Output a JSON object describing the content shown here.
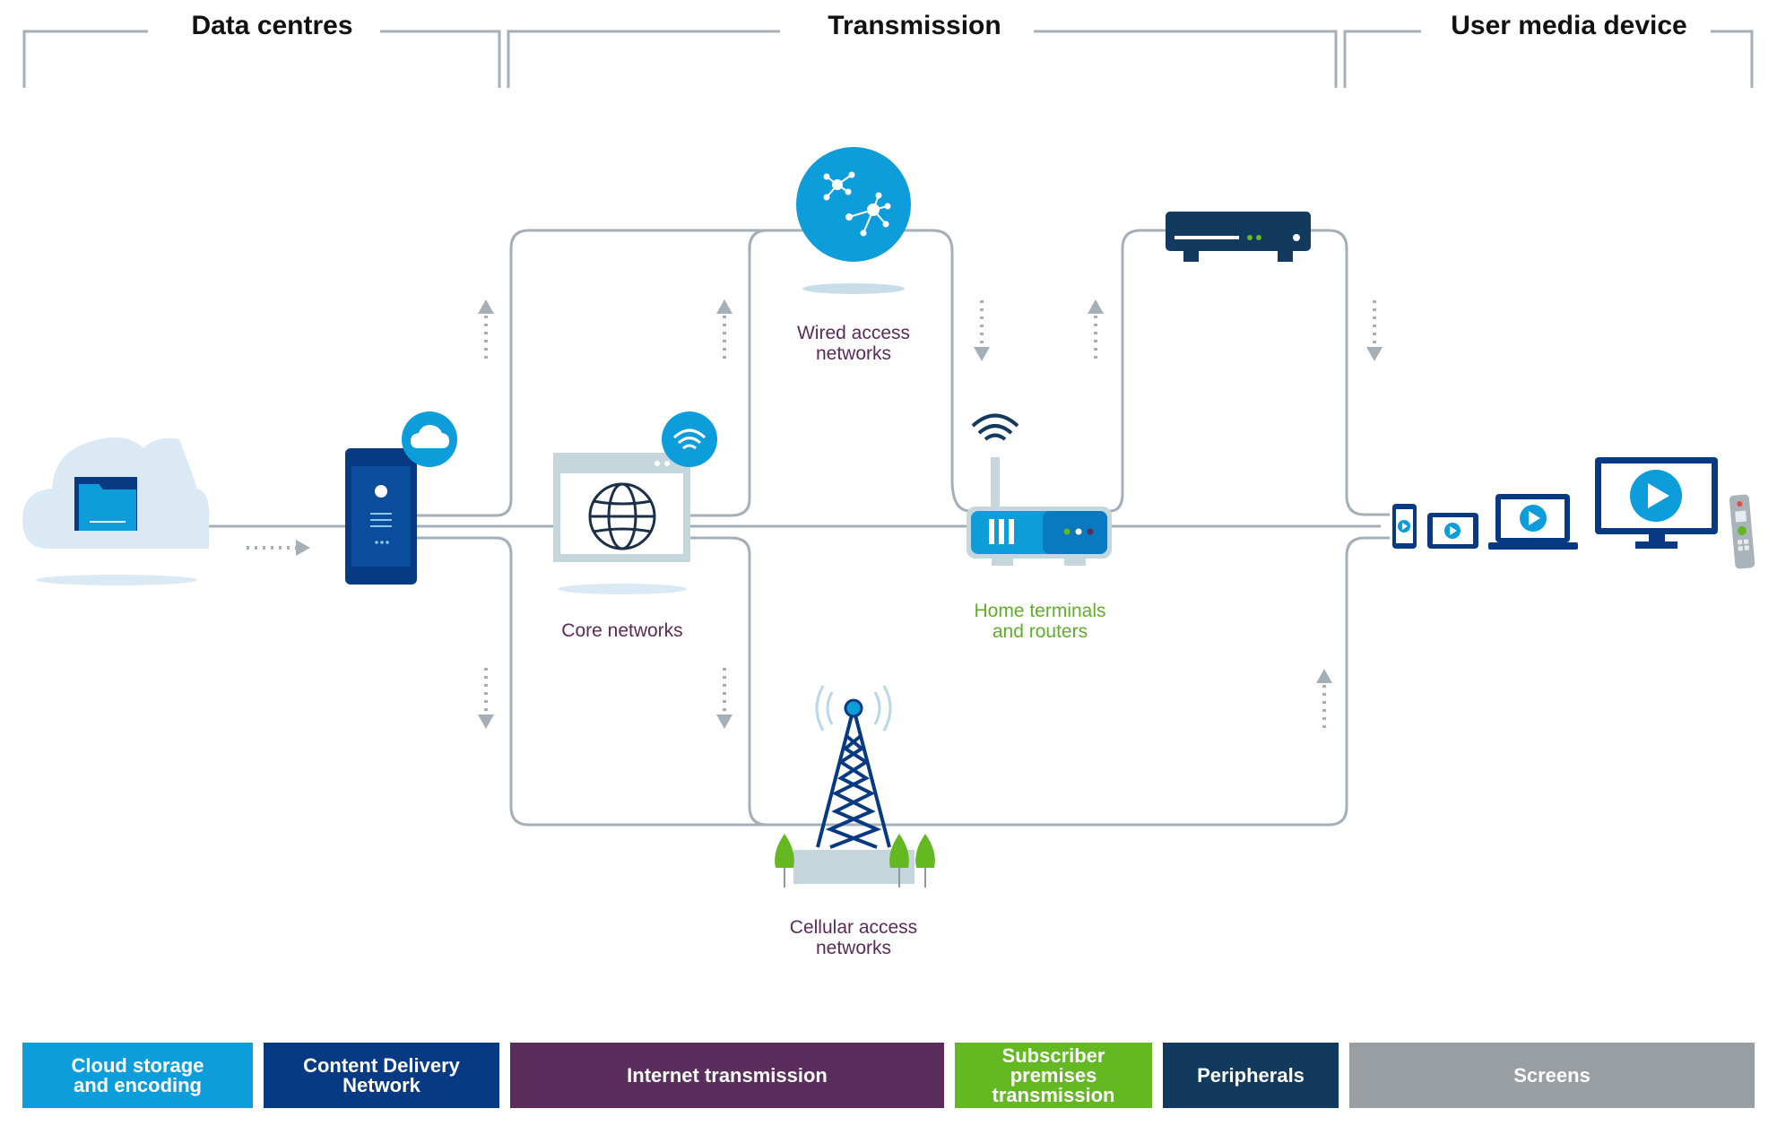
{
  "headers": {
    "data_centres": "Data centres",
    "transmission": "Transmission",
    "user_media_device": "User media device"
  },
  "nodes": {
    "wired_access": "Wired access\nnetworks",
    "core_networks": "Core networks",
    "home_terminals": "Home terminals\nand routers",
    "cellular_access": "Cellular access\nnetworks"
  },
  "categories": [
    {
      "label": "Cloud storage\nand encoding",
      "color": "#0d9ddb"
    },
    {
      "label": "Content Delivery\nNetwork",
      "color": "#073a83"
    },
    {
      "label": "Internet transmission",
      "color": "#5b2d5c"
    },
    {
      "label": "Subscriber premises\ntransmission",
      "color": "#64b822"
    },
    {
      "label": "Peripherals",
      "color": "#123a5e"
    },
    {
      "label": "Screens",
      "color": "#999ea2"
    }
  ],
  "icons": {
    "cloud_folder": "cloud-folder-icon",
    "server": "server-icon",
    "server_badge": "cloud-badge-icon",
    "browser": "browser-globe-icon",
    "wifi_badge": "wifi-badge-icon",
    "network_bubble": "network-nodes-icon",
    "set_top_box": "set-top-box-icon",
    "router": "router-icon",
    "cell_tower": "cell-tower-icon",
    "phone": "phone-icon",
    "tablet": "tablet-icon",
    "laptop": "laptop-icon",
    "tv": "tv-icon",
    "remote": "remote-control-icon"
  },
  "colors": {
    "line": "#a4afb8",
    "accent_blue": "#0d9ddb",
    "navy": "#0a3f78",
    "dark_navy": "#133d63",
    "light_blue": "#dbe9f4",
    "green": "#64b822"
  }
}
